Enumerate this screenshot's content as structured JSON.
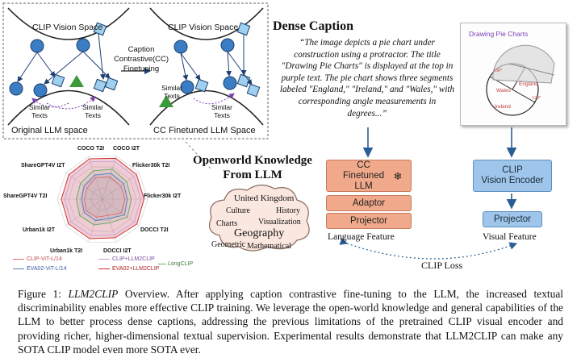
{
  "left_diagram": {
    "vision_space_left": "CLIP Vision Space",
    "vision_space_right": "CLIP Vision Space",
    "arrow_label_1": "Caption",
    "arrow_label_2": "Contrastive(CC)",
    "arrow_label_3": "Finetuning",
    "similar_texts": [
      "Similar",
      "Texts",
      "Similar",
      "Texts",
      "Similar",
      "Texts",
      "Similar",
      "Texts"
    ],
    "original_space": "Original LLM space",
    "finetuned_space": "CC Finetuned LLM Space"
  },
  "dense_caption": {
    "title": "Dense Caption",
    "text": "“The image depicts a pie chart under construction using a protractor. The title \"Drawing Pie Charts\" is displayed at the top in purple text. The pie chart shows three segments labeled \"England,\" \"Ireland,\" and \"Wales,\" with corresponding angle measurements in degrees...”"
  },
  "image_panel": {
    "title": "Drawing Pie Charts",
    "label_1": "Wales",
    "label_2": "England",
    "label_3": "Ireland"
  },
  "knowledge": {
    "title_line1": "Openworld Knowledge",
    "title_line2": "From LLM",
    "words": [
      "United Kingdom",
      "Culture",
      "History",
      "Charts",
      "Visualization",
      "Geography",
      "Geometric",
      "Mathematical"
    ]
  },
  "pipeline": {
    "llm_box": "CC Finetuned LLM",
    "adaptor": "Adaptor",
    "projector_left": "Projector",
    "language_feature": "Language Feature",
    "clip_encoder_line1": "CLIP",
    "clip_encoder_line2": "Vision Encoder",
    "projector_right": "Projector",
    "visual_feature": "Visual Feature",
    "loss": "CLIP Loss",
    "snowflake": "❄"
  },
  "radar": {
    "axes": [
      "COCO T2I",
      "COCO I2T",
      "Flicker30k T2I",
      "Flicker30k I2T",
      "DOCCI T2I",
      "DOCCI I2T",
      "Urban1k T2I",
      "Urban1k I2T",
      "ShareGPT4V T2I",
      "ShareGPT4V I2T"
    ],
    "legend": [
      "CLIP-ViT-L/14",
      "CLIP+LLM2CLIP",
      "EVA02-ViT-L/14",
      "EVA02+LLM2CLIP",
      "LongCLIP"
    ],
    "colors": {
      "clip": "#e07070",
      "clip_llm2clip": "#c8a0e0",
      "eva02": "#5a7fc0",
      "eva02_llm2clip": "#d03030",
      "longclip": "#6aaa6a"
    }
  },
  "caption": {
    "figure_label": "Figure 1:",
    "name": "LLM2CLIP",
    "body": " Overview. After applying caption contrastive fine-tuning to the LLM, the increased textual discriminability enables more effective CLIP training. We leverage the open-world knowledge and general capabilities of the LLM to better process dense captions, addressing the previous limitations of the pretrained CLIP visual encoder and providing richer, higher-dimensional textual supervision. Experimental results demonstrate that LLM2CLIP can make any SOTA CLIP model even more SOTA ever."
  }
}
